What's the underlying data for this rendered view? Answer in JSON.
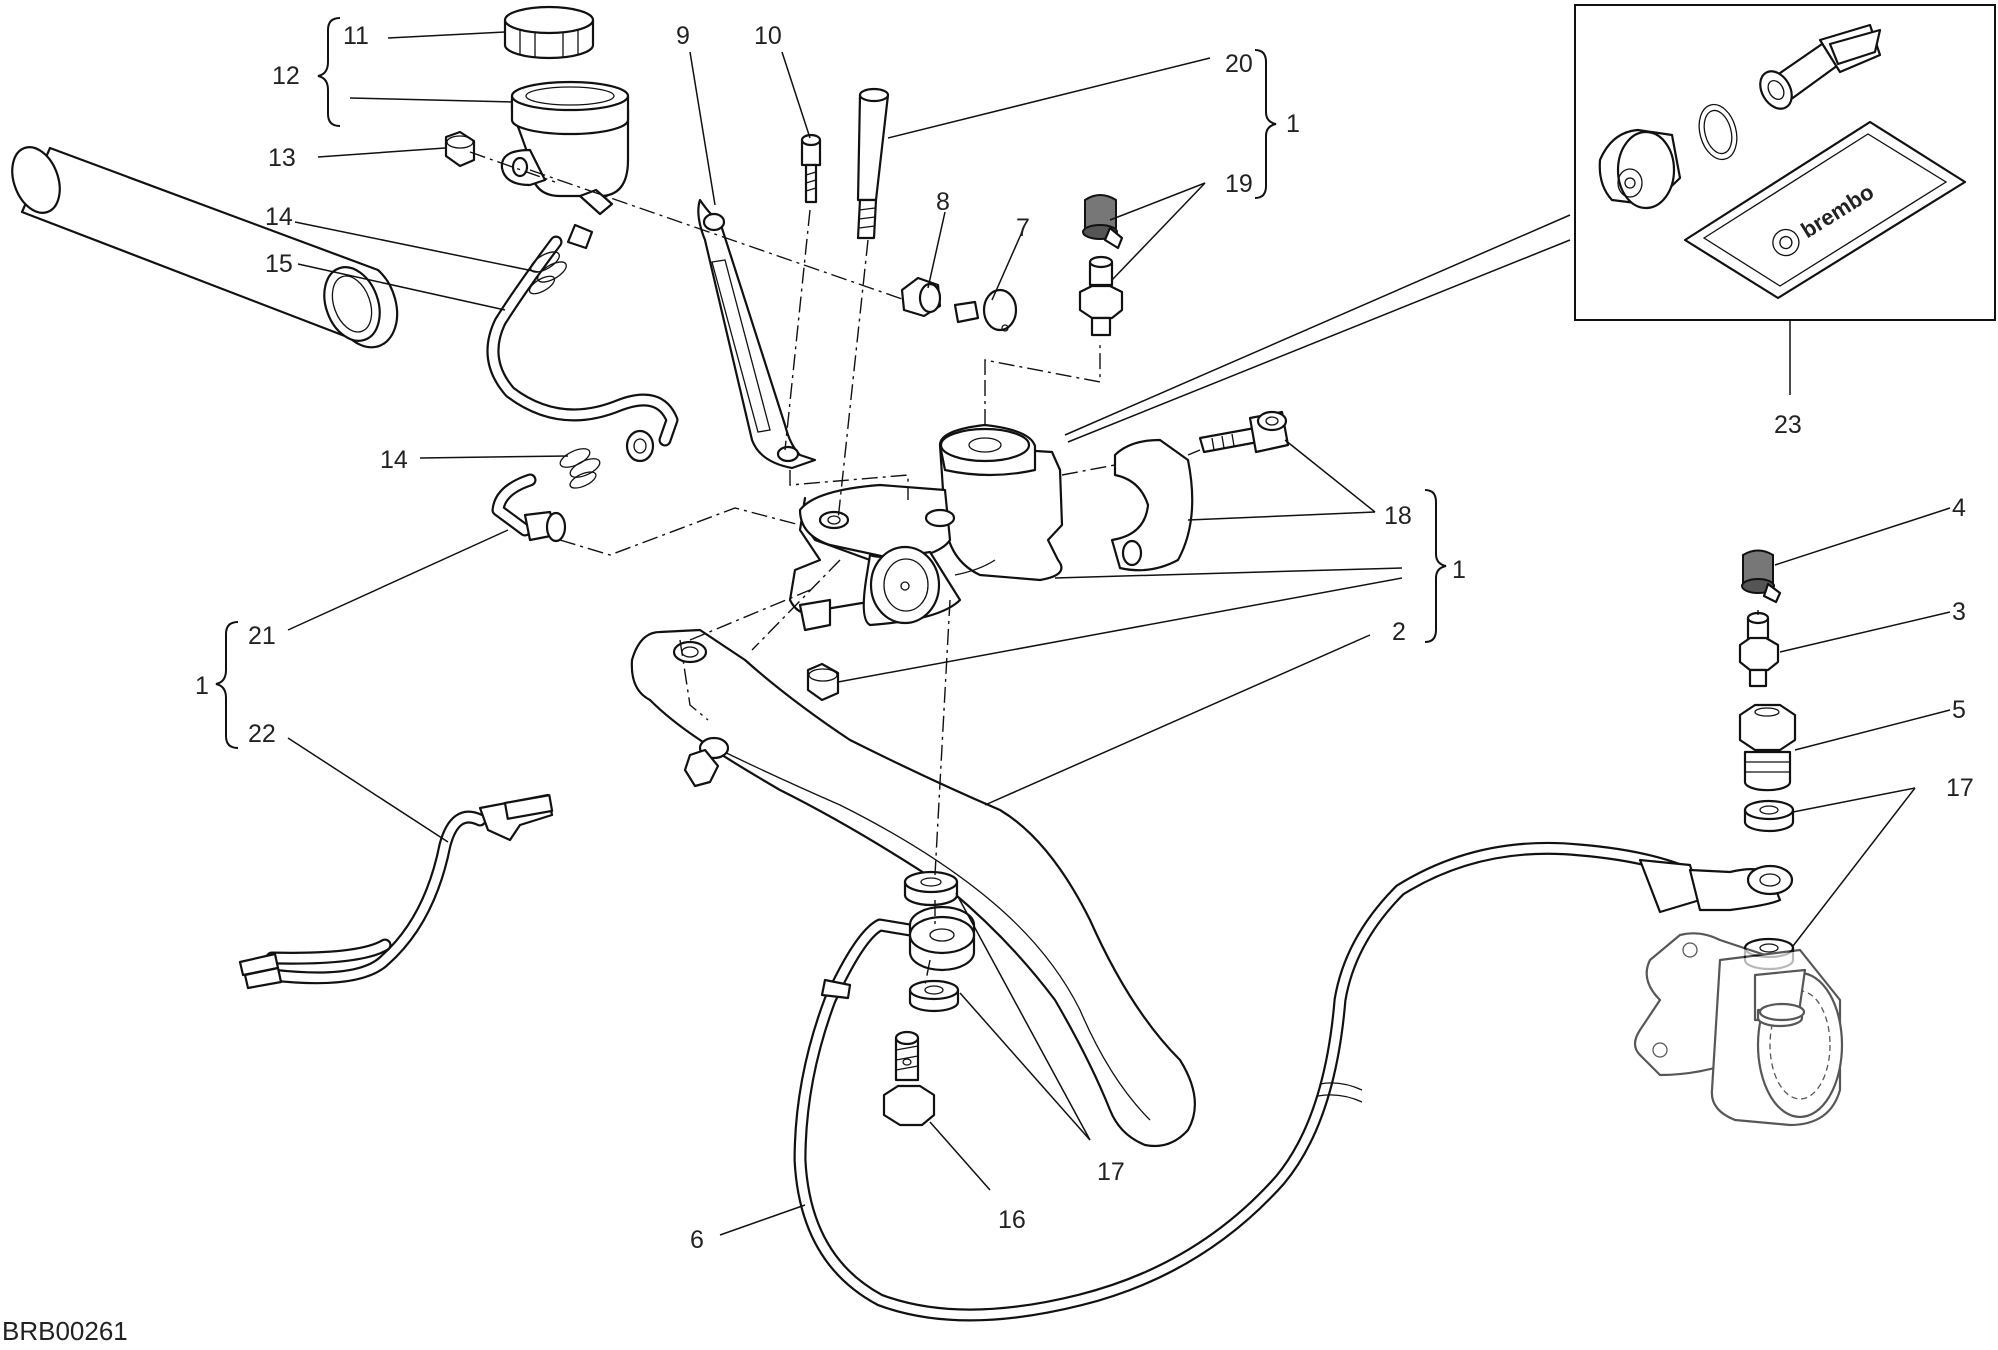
{
  "diagram": {
    "code": "BRB00261",
    "brand_label": "brembo",
    "callouts": [
      "11",
      "12",
      "13",
      "14",
      "15",
      "14",
      "21",
      "1",
      "22",
      "9",
      "10",
      "20",
      "1",
      "19",
      "8",
      "7",
      "23",
      "18",
      "1",
      "2",
      "4",
      "3",
      "5",
      "17",
      "17",
      "17",
      "16",
      "6"
    ]
  }
}
